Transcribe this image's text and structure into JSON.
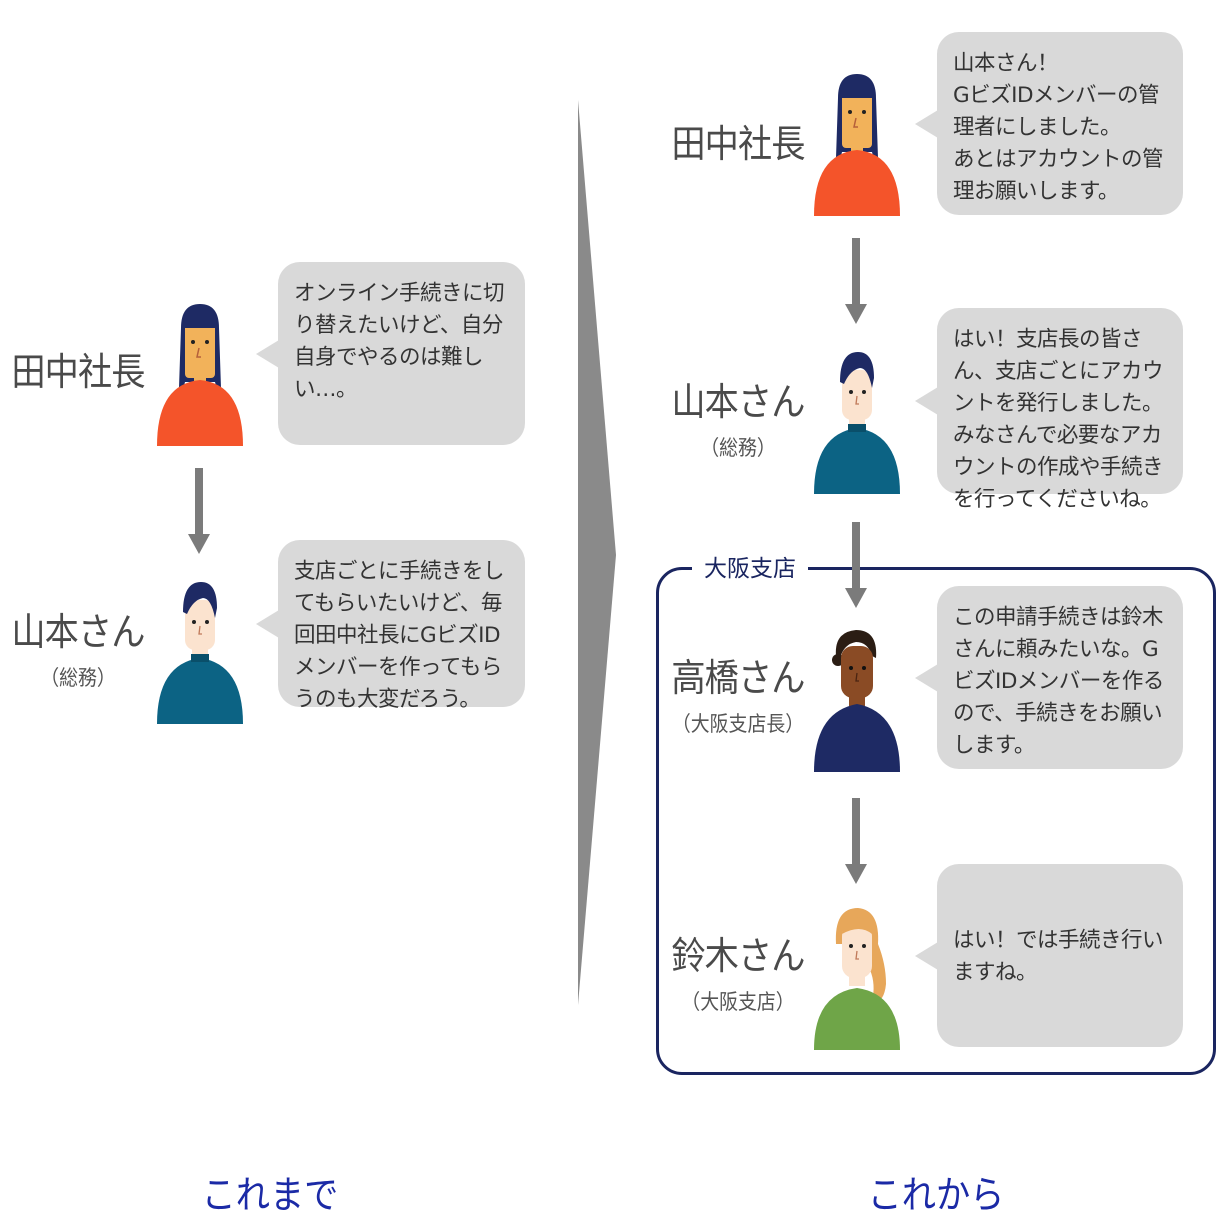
{
  "sections": {
    "before_label": "これまで",
    "after_label": "これから"
  },
  "before": {
    "president": {
      "name": "田中社長",
      "message": "オンライン手続きに切り替えたいけど、自分自身でやるのは難しい…。"
    },
    "yamamoto": {
      "name": "山本さん",
      "role": "（総務）",
      "message": "支店ごとに手続きをしてもらいたいけど、毎回田中社長にGビズIDメンバーを作ってもらうのも大変だろう。"
    }
  },
  "after": {
    "president": {
      "name": "田中社長",
      "message": "山本さん！\nGビズIDメンバーの管理者にしました。\nあとはアカウントの管理お願いします。"
    },
    "yamamoto": {
      "name": "山本さん",
      "role": "（総務）",
      "message": "はい！支店長の皆さん、支店ごとにアカウントを発行しました。みなさんで必要なアカウントの作成や手続きを行ってくださいね。"
    },
    "branch_label": "大阪支店",
    "takahashi": {
      "name": "高橋さん",
      "role": "（大阪支店長）",
      "message": "この申請手続きは鈴木さんに頼みたいな。GビズIDメンバーを作るので、手続きをお願いします。"
    },
    "suzuki": {
      "name": "鈴木さん",
      "role": "（大阪支店）",
      "message": "はい！では手続き行いますね。"
    }
  },
  "colors": {
    "arrow": "#7b7b7b",
    "bubble": "#d9d9d9",
    "navy": "#1a2560",
    "footer_text": "#1b2aa6",
    "president_shirt": "#f4542a",
    "yamamoto_shirt": "#0c6384",
    "takahashi_shirt": "#1e2a64",
    "suzuki_shirt": "#6fa548"
  }
}
